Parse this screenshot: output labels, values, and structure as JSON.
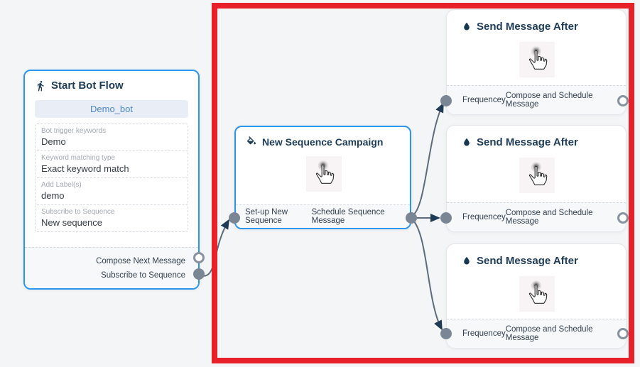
{
  "highlight": {
    "color": "#e8202a"
  },
  "start_node": {
    "title": "Start Bot Flow",
    "bot_name": "Demo_bot",
    "fields": [
      {
        "label": "Bot trigger keywords",
        "value": "Demo"
      },
      {
        "label": "Keyword matching type",
        "value": "Exact keyword match"
      },
      {
        "label": "Add Label(s)",
        "value": "demo"
      },
      {
        "label": "Subscribe to Sequence",
        "value": "New sequence"
      }
    ],
    "outputs": [
      {
        "label": "Compose Next Message"
      },
      {
        "label": "Subscribe to Sequence"
      }
    ]
  },
  "campaign_node": {
    "title": "New Sequence Campaign",
    "outputs": [
      {
        "label": "Set-up New Sequence"
      },
      {
        "label": "Schedule Sequence Message"
      }
    ]
  },
  "send_nodes": [
    {
      "title": "Send Message After",
      "input_label": "Frequencey",
      "output_label": "Compose and Schedule Message"
    },
    {
      "title": "Send Message After",
      "input_label": "Frequencey",
      "output_label": "Compose and Schedule Message"
    },
    {
      "title": "Send Message After",
      "input_label": "Frequencey",
      "output_label": "Compose and Schedule Message"
    }
  ],
  "icons": {
    "start": "walking-person-icon",
    "campaign": "paint-bucket-icon",
    "send": "water-drop-icon",
    "action": "hand-cursor-icon"
  }
}
